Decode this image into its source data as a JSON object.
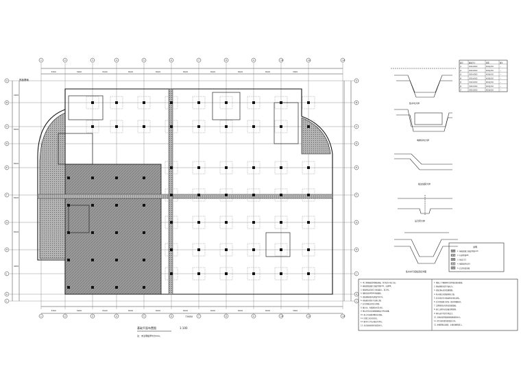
{
  "drawing": {
    "title": "基础平面布置图",
    "scale": "1:100",
    "overall_dim": "73650",
    "top_dim_labels": [
      "3300",
      "5400",
      "8100",
      "8100",
      "8100",
      "8100",
      "8100",
      "8100",
      "8100",
      "3300"
    ],
    "left_dim_labels": [
      "2400",
      "8100",
      "8100",
      "8100",
      "8100",
      "4200"
    ],
    "axis_numbers_top": [
      "1",
      "2",
      "3",
      "4",
      "5",
      "6",
      "7",
      "8",
      "9",
      "10",
      "11",
      "12"
    ],
    "axis_letters_side": [
      "A",
      "B",
      "C",
      "D",
      "E",
      "F",
      "G",
      "H",
      "J",
      "K",
      "L"
    ],
    "left_label": "筏板基础",
    "plan_note": "注：未注明板厚均为500。"
  },
  "details": [
    {
      "title": "集水坑大样"
    },
    {
      "title": "电梯基坑大样"
    },
    {
      "title": "板边加腋大样"
    },
    {
      "title": "后浇带大样"
    },
    {
      "title": "集水井与底板连接详图"
    }
  ],
  "table": {
    "headers": [
      "编号",
      "截面尺寸",
      "配筋",
      "备注"
    ],
    "rows": [
      [
        "J1",
        "2600x2600",
        "Φ16@150",
        "—"
      ],
      [
        "J2",
        "2600x2600",
        "Φ16@150",
        "—"
      ],
      [
        "J3",
        "2800x2800",
        "Φ18@150",
        "—"
      ],
      [
        "J4",
        "3000x3000",
        "Φ18@150",
        "—"
      ],
      [
        "J5",
        "3200x3200",
        "Φ20@150",
        "—"
      ],
      [
        "J6",
        "3400x3400",
        "Φ20@150",
        "—"
      ],
      [
        "J7",
        "3600x3600",
        "Φ20@150",
        "—"
      ]
    ]
  },
  "legend": {
    "title": "说明",
    "items": [
      "1. 基础混凝土强度等级C35",
      "2. 抗渗等级P8",
      "3. 垫层C15",
      "4. 钢筋保护层50",
      "5. 后浇带见详图"
    ]
  },
  "notes_left": {
    "lines": [
      "1. 本工程基础采用筏板基础，持力层为②粘土层。",
      "2. 基础底板混凝土强度等级C35，抗渗P8。",
      "3. 基础垫层采用C15素混凝土，厚100。",
      "4. 钢筋采用HRB400级钢筋。",
      "5. 底板钢筋保护层厚度50mm。",
      "6. 柱插筋详见柱平法施工图。",
      "7. 后浇带做法详见大样图。",
      "8. 集水坑、电梯基坑详见大样。",
      "9. 基坑开挖后应通知勘察设计单位验槽。",
      "10. 施工时应做好降排水措施。",
      "11. 回填土应分层夯实。",
      "12. 图中尺寸均以毫米为单位。",
      "13. 未尽事宜按现行规范执行。"
    ]
  },
  "notes_right": {
    "lines": [
      "1. 筏板上下钢筋网片采用双层双向配筋。",
      "2. 附加钢筋详见平面标注。",
      "3. 底板顶标高详见建筑图。",
      "4. 防水做法详见建筑施工图。",
      "5. 后浇带应在主体结构封顶后浇筑。",
      "6. 后浇带混凝土提高一级并掺膨胀剂。",
      "7. 沉降观测点布置详见建筑图。",
      "8. 施工过程中应加强沉降观测。",
      "9. 基坑支护另见专项设计。",
      "10. 其他未说明事项按国家规范执行。",
      "11. 地下室外墙详见墙身大样。",
      "12. 本图需配合建筑、水暖电图纸施工。"
    ]
  }
}
